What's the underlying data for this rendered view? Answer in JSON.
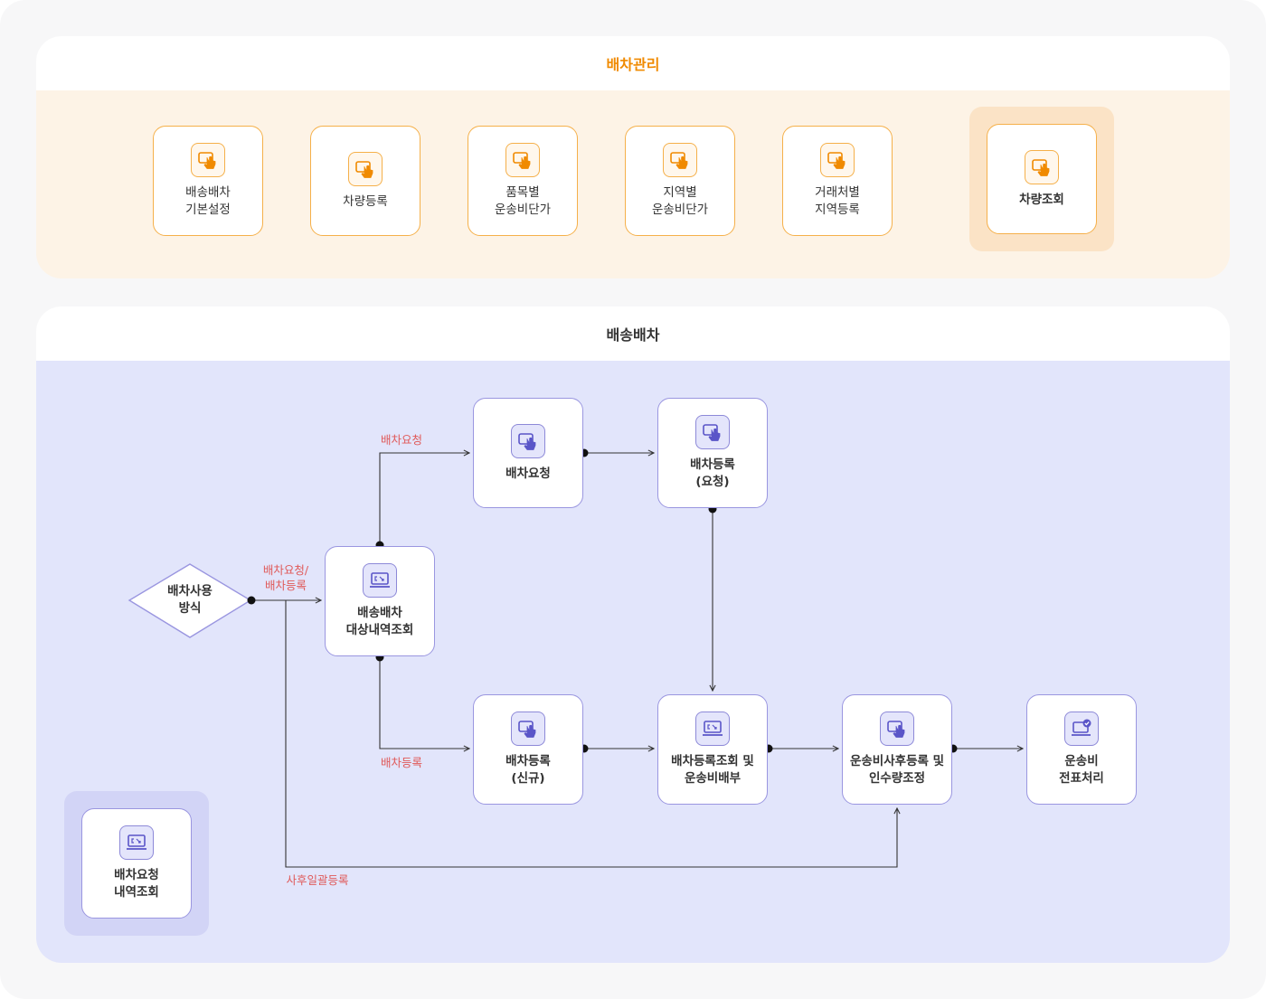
{
  "colors": {
    "orange_accent": "#f08a00",
    "orange_border": "#f5b04a",
    "orange_bg": "#fdf3e6",
    "purple_border": "#9a96e0",
    "purple_bg": "#e2e5fb",
    "edge_label": "#e05a5a"
  },
  "management": {
    "title": "배차관리",
    "cards": [
      {
        "label": "배송배차\n기본설정",
        "icon": "touch-screen-icon"
      },
      {
        "label": "차량등록",
        "icon": "touch-screen-icon"
      },
      {
        "label": "품목별\n운송비단가",
        "icon": "touch-screen-icon"
      },
      {
        "label": "지역별\n운송비단가",
        "icon": "touch-screen-icon"
      },
      {
        "label": "거래처별\n지역등록",
        "icon": "touch-screen-icon"
      },
      {
        "label": "차량조회",
        "icon": "touch-screen-icon"
      }
    ]
  },
  "dispatch": {
    "title": "배송배차",
    "decision": "배차사용\n방식",
    "nodes": {
      "target_lookup": {
        "label": "배송배차\n대상내역조회",
        "icon": "laptop-icon"
      },
      "request": {
        "label": "배차요청",
        "icon": "touch-screen-icon"
      },
      "register_request": {
        "label": "배차등록\n(요청)",
        "icon": "touch-screen-icon"
      },
      "register_new": {
        "label": "배차등록\n(신규)",
        "icon": "touch-screen-icon"
      },
      "register_lookup": {
        "label": "배차등록조회 및\n운송비배부",
        "icon": "laptop-icon"
      },
      "post_register": {
        "label": "운송비사후등록 및\n인수량조정",
        "icon": "touch-screen-icon"
      },
      "voucher": {
        "label": "운송비\n전표처리",
        "icon": "laptop-check-icon"
      },
      "request_history": {
        "label": "배차요청\n내역조회",
        "icon": "laptop-icon"
      }
    },
    "edge_labels": {
      "request_or_register": "배차요청/\n배차등록",
      "request": "배차요청",
      "register": "배차등록",
      "post_batch": "사후일괄등록"
    }
  }
}
